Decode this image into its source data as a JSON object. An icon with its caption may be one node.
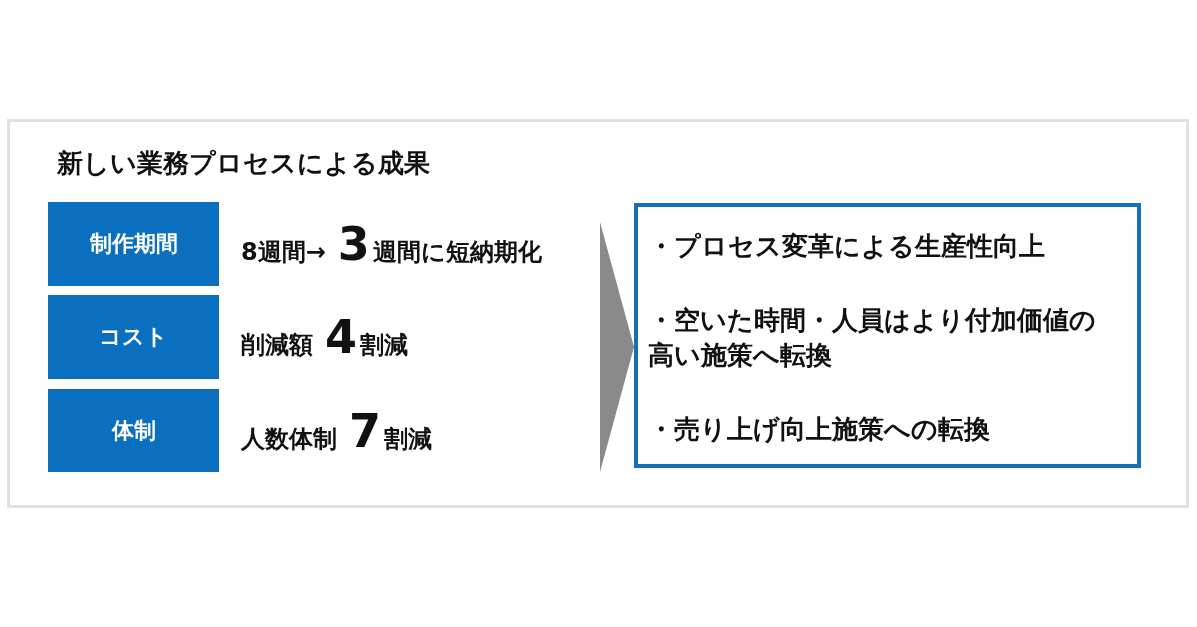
{
  "diagram": {
    "nodes": [
      {
        "text": [
          "新しい業務プロセスによる成果"
        ]
      },
      {
        "text": [
          "制作期間"
        ],
        "in": 0,
        "beside": [
          "8週間→",
          "3",
          "週間に短納期化"
        ]
      },
      {
        "text": [
          "コスト"
        ],
        "in": 0,
        "beside": [
          "削減額",
          "4",
          "割減"
        ]
      },
      {
        "text": [
          "体制"
        ],
        "in": 0,
        "beside": [
          "人数体制",
          "7",
          "割減"
        ]
      },
      {
        "text": [
          "・プロセス変革による生産性向上",
          "・空いた時間・人員はより付加価値の高い施策へ転換",
          "・売り上げ向上施策への転換"
        ],
        "in": 0
      }
    ],
    "edges": [
      {
        "from": null,
        "to": 4,
        "arrow": "to"
      }
    ]
  }
}
